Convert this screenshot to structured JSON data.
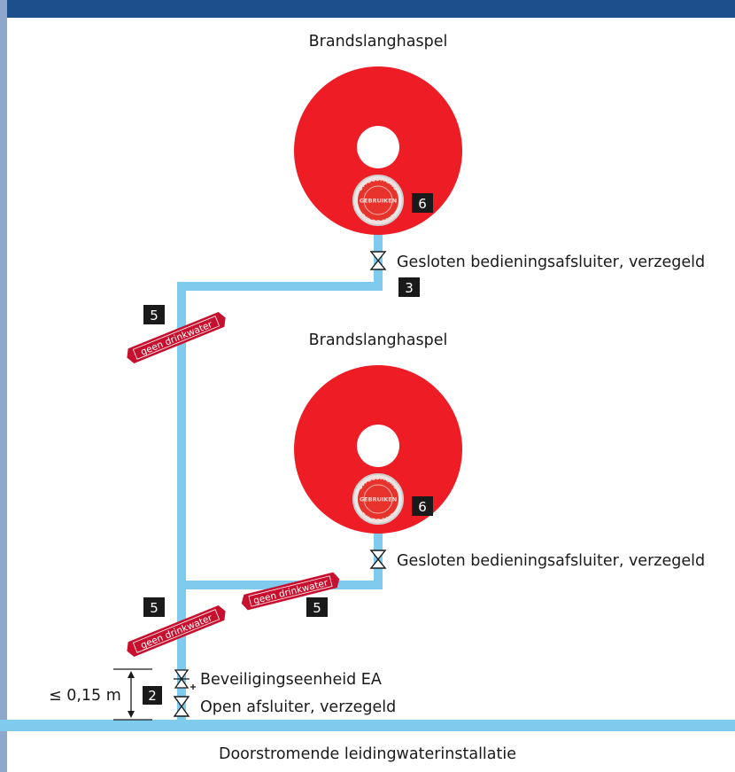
{
  "colors": {
    "header": "#1d4f8c",
    "left_border": "#8fa7cc",
    "pipe": "#7ecbed",
    "reel_red": "#ee1c25",
    "strip_red": "#c8102e",
    "tag_bg": "#1a1a1a"
  },
  "labels": {
    "reel_top_title": "Brandslanghaspel",
    "reel_bottom_title": "Brandslanghaspel",
    "valve_top": "Gesloten bedieningsafsluiter, verzegeld",
    "valve_bottom": "Gesloten bedieningsafsluiter, verzegeld",
    "security_unit": "Beveiligingseenheid EA",
    "open_valve": "Open afsluiter, verzegeld",
    "main_line": "Doorstromende leidingwaterinstallatie",
    "height_dim": "≤ 0,15 m"
  },
  "tags": {
    "t6_top": "6",
    "t3": "3",
    "t5_top": "5",
    "t6_bottom": "6",
    "t5_left": "5",
    "t5_mid": "5",
    "t2": "2"
  },
  "strips": {
    "top": "geen drinkwater",
    "mid": "geen drinkwater",
    "low": "geen drinkwater"
  },
  "seal": {
    "line1": "UITSLUITEND",
    "line2": "GEBRUIKEN",
    "line3": "BIJ BRAND"
  },
  "icons": {
    "valve": "valve-symbol-icon",
    "check_valve": "backflow-preventer-icon",
    "dimension": "dimension-arrow-icon"
  }
}
